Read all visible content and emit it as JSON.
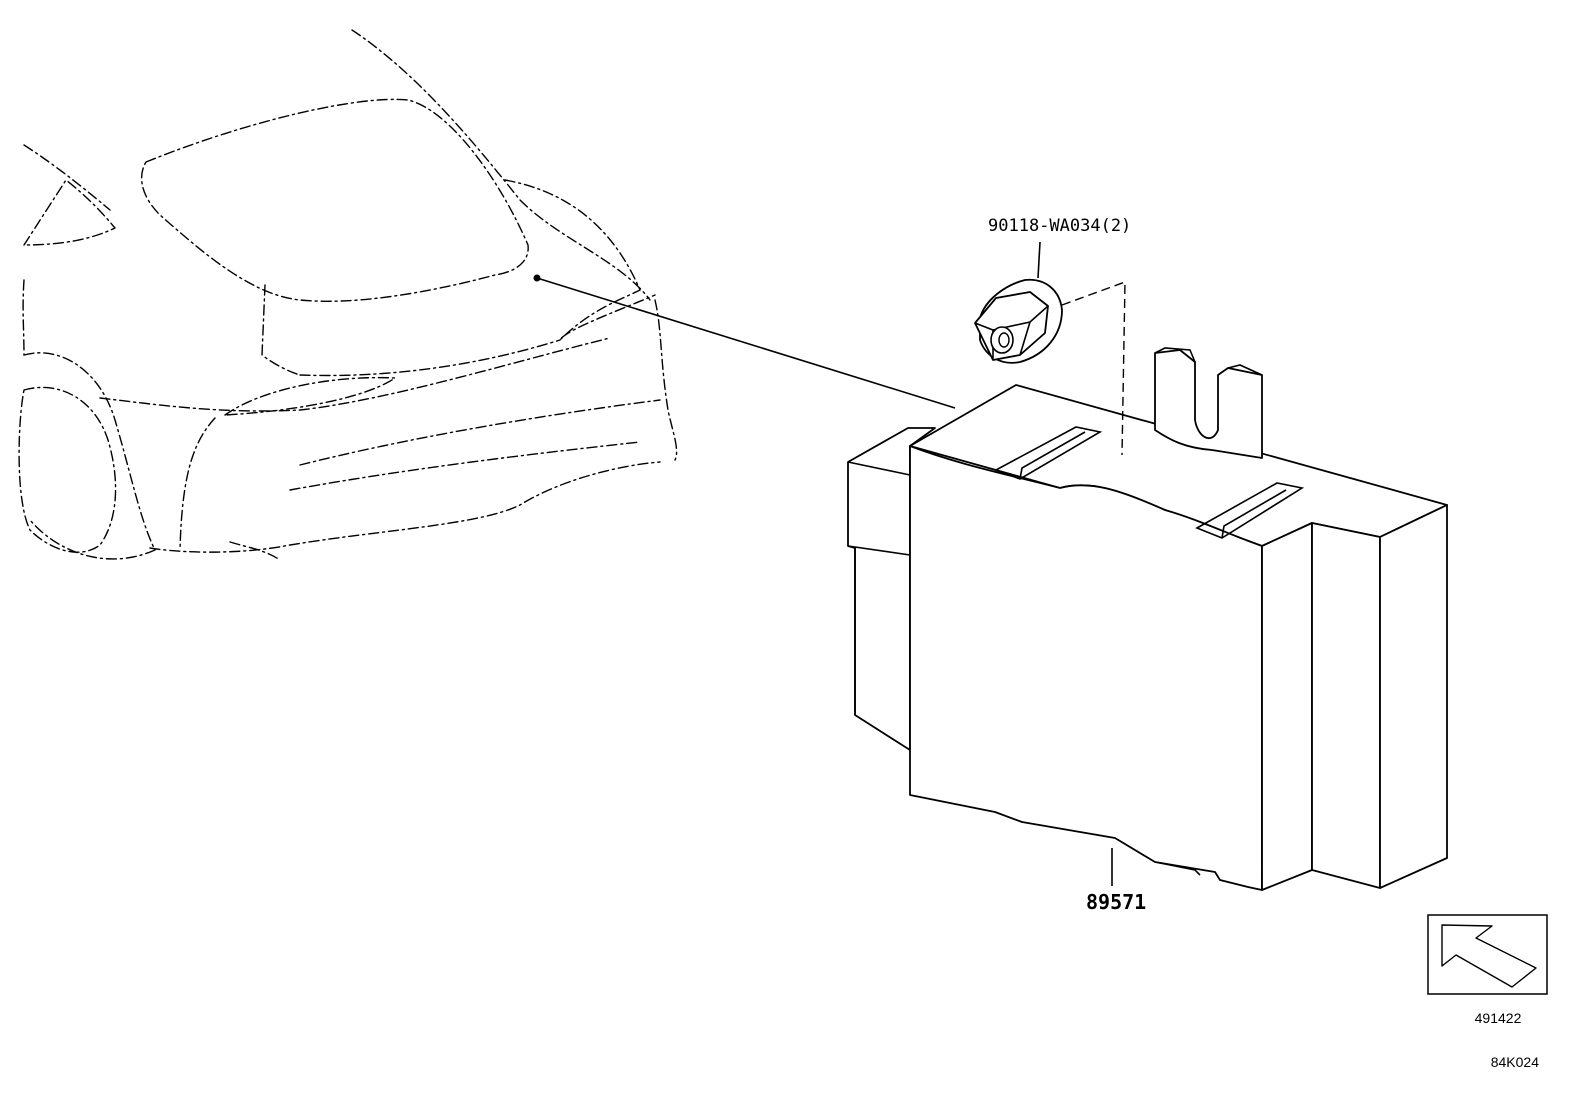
{
  "parts": {
    "nut_label": "90118-WA034(2)",
    "module_label": "89571"
  },
  "view_indicator": {
    "code": "491422"
  },
  "figure_code": "84K024",
  "icons": [
    "view-direction-arrow-icon"
  ]
}
